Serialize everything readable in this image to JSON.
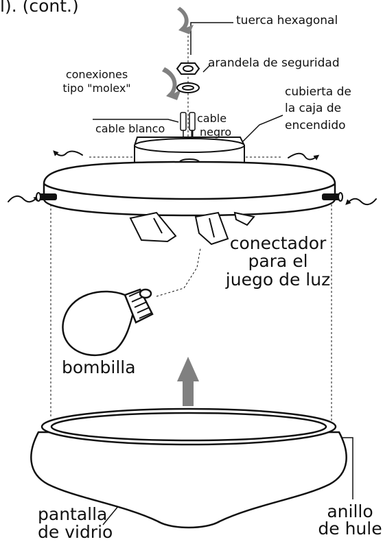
{
  "page": {
    "header": "l). (cont.)"
  },
  "labels": {
    "hex_nut": "tuerca hexagonal",
    "lock_washer": "arandela de seguridad",
    "molex_line1": "conexiones",
    "molex_line2": "tipo \"molex\"",
    "cover_line1": "cubierta de",
    "cover_line2": "la caja de",
    "cover_line3": "encendido",
    "white_wire": "cable blanco",
    "black_wire_line1": "cable",
    "black_wire_line2": "negro",
    "connector_line1": "conectador",
    "connector_line2": "para el",
    "connector_line3": "juego de luz",
    "bulb": "bombilla",
    "glass_line1": "pantalla",
    "glass_line2": "de vidrio",
    "ring_line1": "anillo",
    "ring_line2": "de hule"
  },
  "icons": {
    "rotation": "curved-rotation-arrow-icon",
    "up": "upward-arrow-icon"
  },
  "colors": {
    "ink": "#111111",
    "arrow_gray": "#808080",
    "fill": "#ffffff"
  }
}
